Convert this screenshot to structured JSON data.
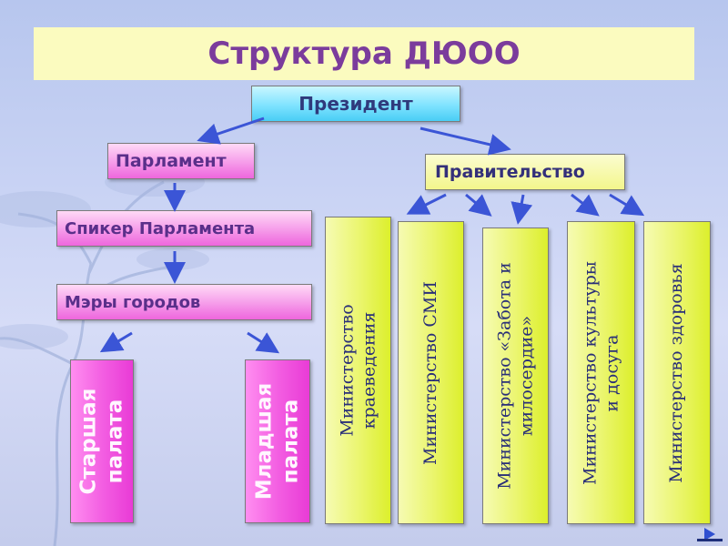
{
  "title": "Структура ДЮОО",
  "nodes": {
    "president": "Президент",
    "parliament": "Парламент",
    "government": "Правительство",
    "speaker": "Спикер Парламента",
    "mayors": "Мэры городов",
    "senior_chamber": "Старшая\nпалата",
    "junior_chamber": "Младшая\nпалата"
  },
  "ministries": [
    "Министерство\nкраеведения",
    "Министерство СМИ",
    "Министерство «Забота и\nмилосердие»",
    "Министерство культуры\nи досуга",
    "Министерство здоровья"
  ],
  "colors": {
    "title_bg": "#fbfbbf",
    "title_text": "#7b3c9c",
    "pink": "#f08fe6",
    "cyan": "#6ee0ff",
    "yellow": "#eaf56b",
    "arrow": "#3b55d6"
  }
}
